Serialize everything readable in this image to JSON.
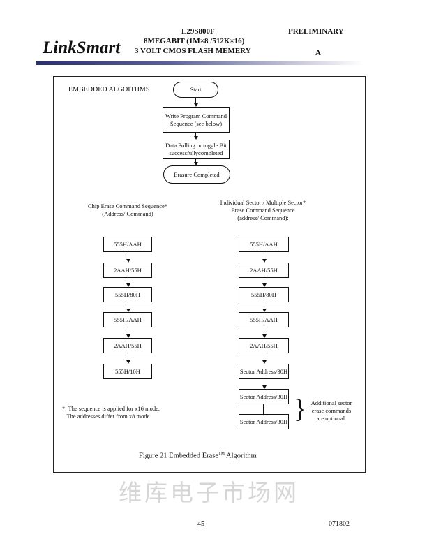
{
  "header": {
    "logo": "LinkSmart",
    "part": "L29S800F",
    "status": "PRELIMINARY",
    "desc1": "8MEGABIT (1M×8 /512K×16)",
    "desc2": "3 VOLT CMOS FLASH MEMERY",
    "rev": "A"
  },
  "section_title": "EMBEDDED ALGOITHMS",
  "top_flow": [
    "Start",
    "Write Program Command Sequence (see below)",
    "Data Polling or toggle Bit successfullycompleted",
    "Erasure Completed"
  ],
  "chip_erase": {
    "title1": "Chip Erase Command Sequence*",
    "title2": "(Address/ Command)",
    "steps": [
      "555H/AAH",
      "2AAH/55H",
      "555H/80H",
      "555H/AAH",
      "2AAH/55H",
      "555H/10H"
    ]
  },
  "sector_erase": {
    "title1": "Individual Sector / Multiple Sector*",
    "title2": "Erase Command Sequence",
    "title3": "(address/ Command):",
    "steps": [
      "555H/AAH",
      "2AAH/55H",
      "555H/80H",
      "555H/AAH",
      "2AAH/55H",
      "Sector Address/30H",
      "Sector Address/30H",
      "Sector Address/30H"
    ]
  },
  "brace_note": [
    "Additional sector",
    "erase commands",
    "are optional."
  ],
  "footnote": [
    "*: The sequence is applied for x16 mode.",
    "The addresses differ from x8 mode."
  ],
  "caption": {
    "text": "Figure 21 Embedded Erase",
    "sup": "TM",
    "tail": " Algorithm"
  },
  "watermark": "维库电子市场网",
  "footer": {
    "page": "45",
    "code": "071802"
  }
}
